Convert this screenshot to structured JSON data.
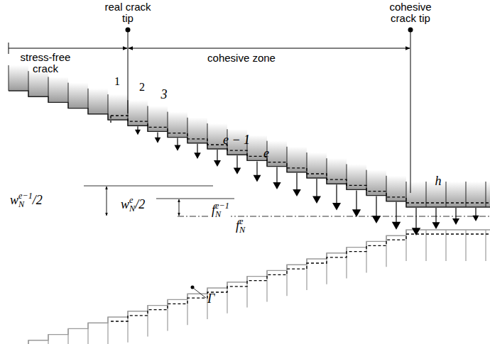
{
  "diagram": {
    "labels": [
      "real crack tip",
      "cohesive crack tip",
      "stress-free crack",
      "cohesive zone",
      "1",
      "2",
      "3",
      "e − 1",
      "e",
      "h",
      "w",
      "N",
      "e−1",
      "/2",
      "w",
      "N",
      "e",
      "/2",
      "f",
      "N",
      "e−1",
      "f",
      "N",
      "e",
      "Γ"
    ]
  }
}
